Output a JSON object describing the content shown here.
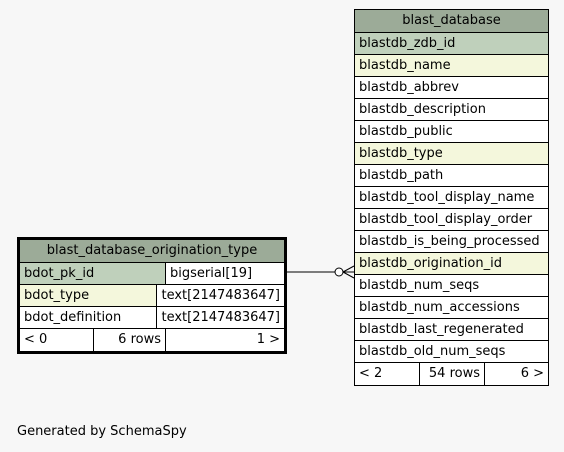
{
  "tables": {
    "origination": {
      "title": "blast_database_origination_type",
      "rows": [
        {
          "name": "bdot_pk_id",
          "type": "bigserial[19]"
        },
        {
          "name": "bdot_type",
          "type": "text[2147483647]"
        },
        {
          "name": "bdot_definition",
          "type": "text[2147483647]"
        }
      ],
      "footer": {
        "parents": "< 0",
        "rows": "6 rows",
        "children": "1 >"
      }
    },
    "blast": {
      "title": "blast_database",
      "rows": [
        "blastdb_zdb_id",
        "blastdb_name",
        "blastdb_abbrev",
        "blastdb_description",
        "blastdb_public",
        "blastdb_type",
        "blastdb_path",
        "blastdb_tool_display_name",
        "blastdb_tool_display_order",
        "blastdb_is_being_processed",
        "blastdb_origination_id",
        "blastdb_num_seqs",
        "blastdb_num_accessions",
        "blastdb_last_regenerated",
        "blastdb_old_num_seqs"
      ],
      "footer": {
        "parents": "< 2",
        "rows": "54 rows",
        "children": "6 >"
      }
    }
  },
  "colors": {
    "header": "#9cab98",
    "primary_key": "#bfd0bb",
    "indexed": "#f4f7dc",
    "background": "#f7f7f7"
  },
  "footer_text": "Generated by SchemaSpy"
}
